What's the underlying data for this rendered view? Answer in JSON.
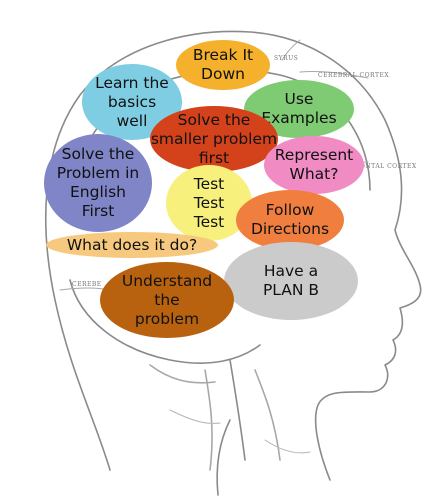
{
  "sketch_labels": {
    "top": "SYRUS",
    "cerebral_cortex": "CEREBRAL CORTEX",
    "frontal_cortex": "ONTAL CORTEX",
    "left_lobe": "CEREBE"
  },
  "bubbles": [
    {
      "key": "break_it_down",
      "text": "Break It\nDown",
      "color": "#F5B12C"
    },
    {
      "key": "learn_basics",
      "text": "Learn the\nbasics\nwell",
      "color": "#7FCDE3"
    },
    {
      "key": "use_examples",
      "text": "Use\nExamples",
      "color": "#7ECB73"
    },
    {
      "key": "solve_smaller",
      "text": "Solve the\nsmaller problem\nfirst",
      "color": "#D4421C"
    },
    {
      "key": "solve_english",
      "text": "Solve the\nProblem in\nEnglish\nFirst",
      "color": "#7F85C6"
    },
    {
      "key": "represent",
      "text": "Represent\nWhat?",
      "color": "#F08BC4"
    },
    {
      "key": "test",
      "text": "Test\nTest\nTest",
      "color": "#F7F07C"
    },
    {
      "key": "follow_directions",
      "text": "Follow\nDirections",
      "color": "#F07E3F"
    },
    {
      "key": "what_does_it_do",
      "text": "What does it do?",
      "color": "#F6C97E"
    },
    {
      "key": "plan_b",
      "text": "Have a\nPLAN B",
      "color": "#CBCBCB"
    },
    {
      "key": "understand",
      "text": "Understand\nthe\nproblem",
      "color": "#B8620F"
    }
  ]
}
